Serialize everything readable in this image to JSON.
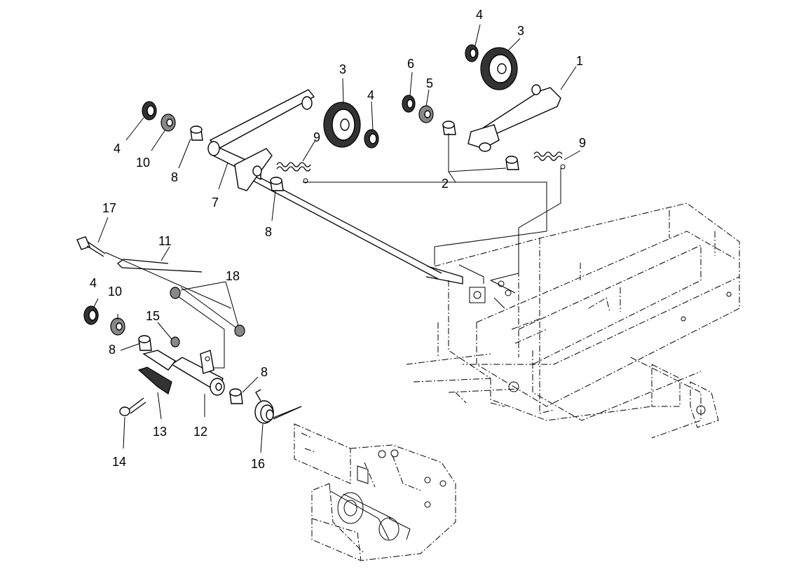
{
  "callouts": [
    {
      "id": "c1",
      "label": "1"
    },
    {
      "id": "c2",
      "label": "2"
    },
    {
      "id": "c3a",
      "label": "3"
    },
    {
      "id": "c3b",
      "label": "3"
    },
    {
      "id": "c4a",
      "label": "4"
    },
    {
      "id": "c4b",
      "label": "4"
    },
    {
      "id": "c4c",
      "label": "4"
    },
    {
      "id": "c4d",
      "label": "4"
    },
    {
      "id": "c5",
      "label": "5"
    },
    {
      "id": "c6",
      "label": "6"
    },
    {
      "id": "c7",
      "label": "7"
    },
    {
      "id": "c8a",
      "label": "8"
    },
    {
      "id": "c8b",
      "label": "8"
    },
    {
      "id": "c8c",
      "label": "8"
    },
    {
      "id": "c8d",
      "label": "8"
    },
    {
      "id": "c9a",
      "label": "9"
    },
    {
      "id": "c9b",
      "label": "9"
    },
    {
      "id": "c10a",
      "label": "10"
    },
    {
      "id": "c10b",
      "label": "10"
    },
    {
      "id": "c11",
      "label": "11"
    },
    {
      "id": "c12",
      "label": "12"
    },
    {
      "id": "c13",
      "label": "13"
    },
    {
      "id": "c14",
      "label": "14"
    },
    {
      "id": "c15",
      "label": "15"
    },
    {
      "id": "c16",
      "label": "16"
    },
    {
      "id": "c17",
      "label": "17"
    },
    {
      "id": "c18",
      "label": "18"
    }
  ]
}
